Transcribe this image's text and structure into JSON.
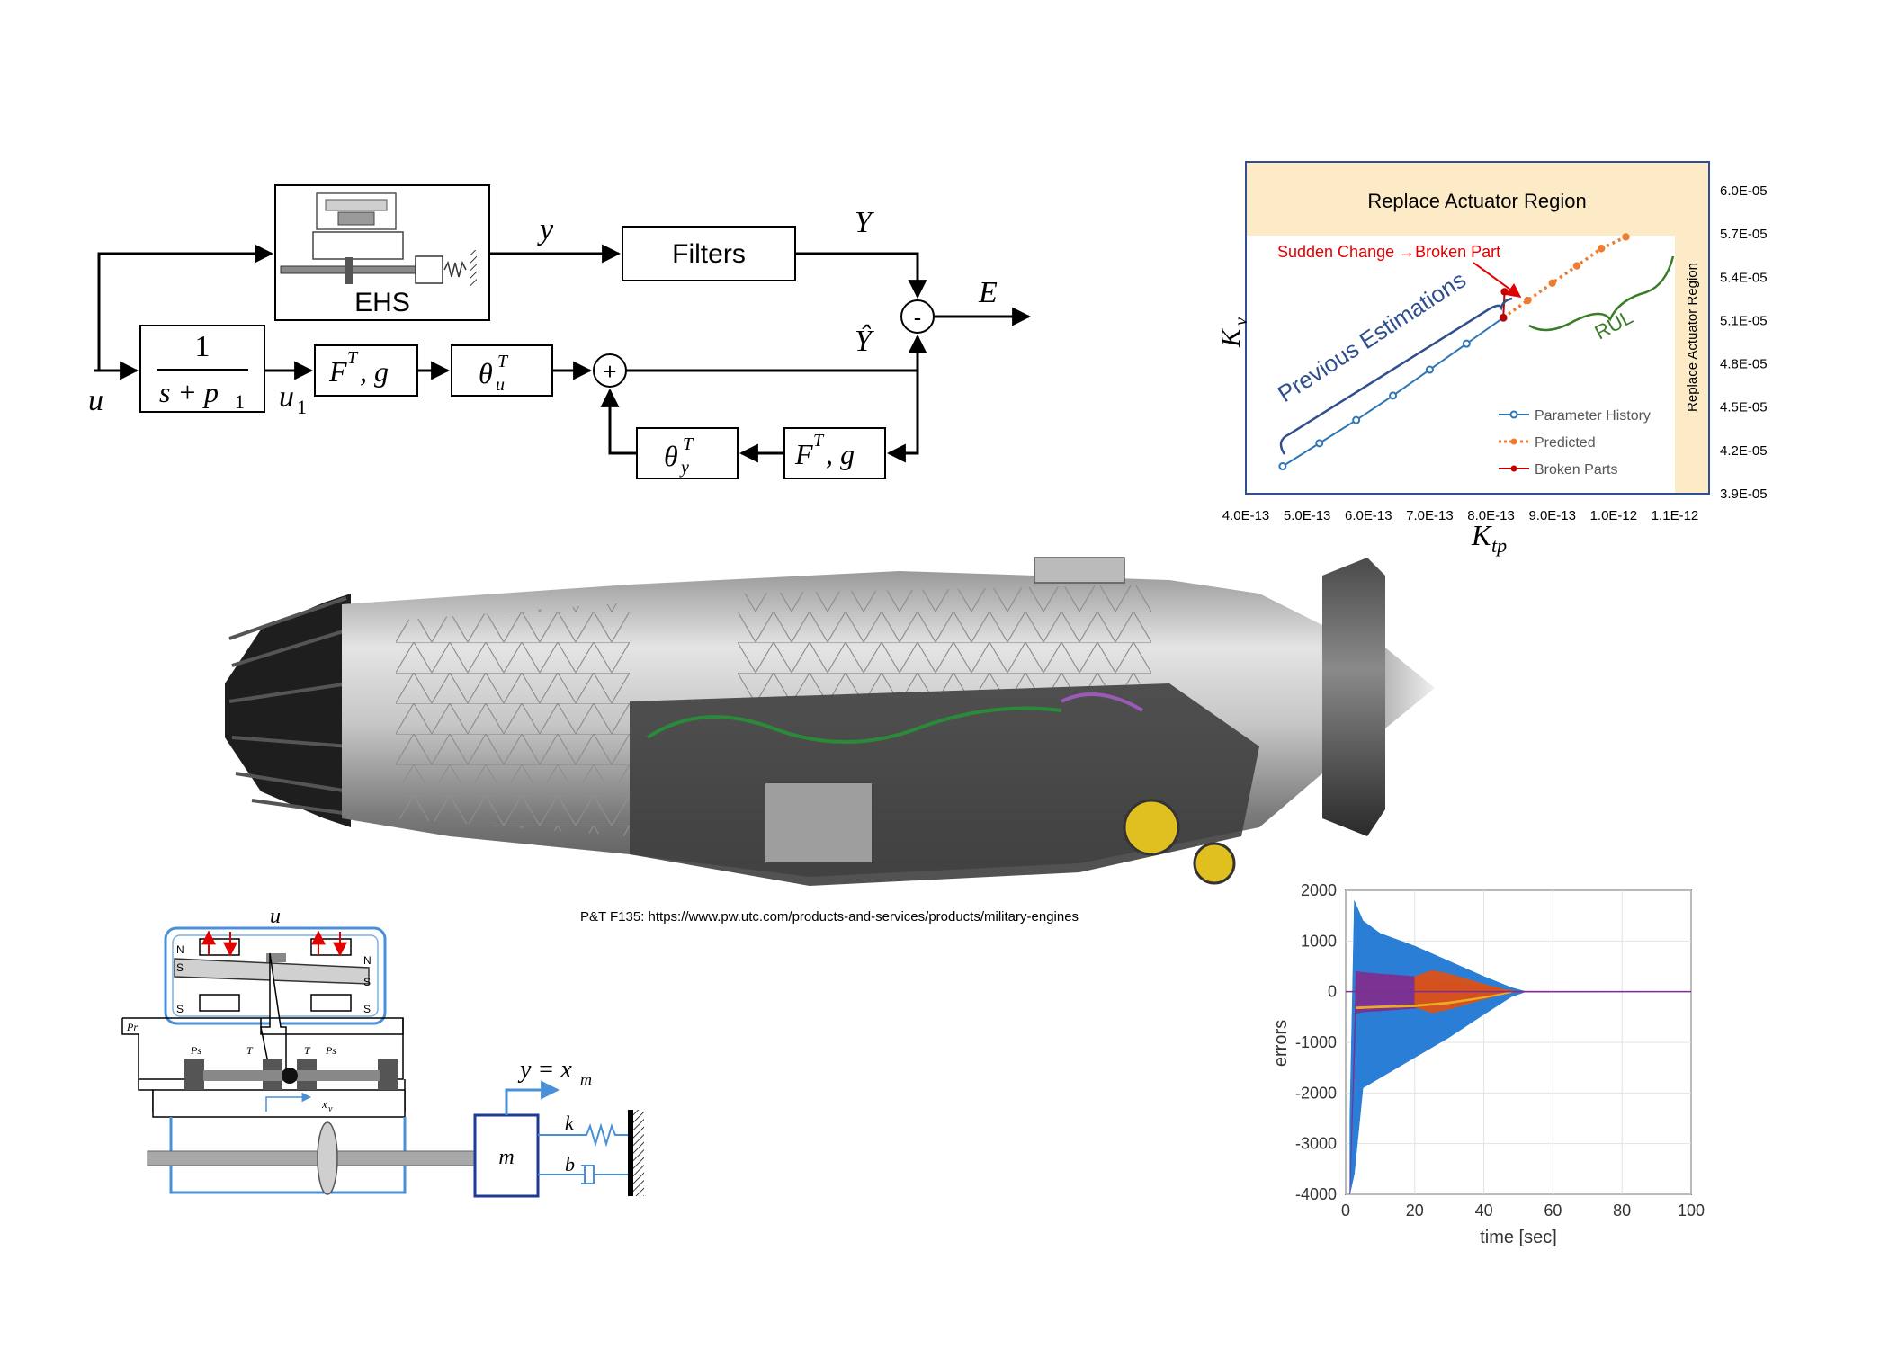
{
  "block_diagram": {
    "ehs_label": "EHS",
    "filters_label": "Filters",
    "y": "y",
    "Y": "Y",
    "Yhat": "Ŷ",
    "E": "E",
    "u": "u",
    "u1": "u",
    "u1_sub": "1",
    "tf_num": "1",
    "tf_den": "s + p",
    "tf_den_sub": "1",
    "ftg_top": "F",
    "ftg_sup": "T",
    "ftg_rest": ", g",
    "ftg_bottom": "F",
    "theta_u": "θ",
    "theta_u_sub": "u",
    "theta_u_sup": "T",
    "theta_y": "θ",
    "theta_y_sub": "y",
    "theta_y_sup": "T",
    "minus_sign": "-",
    "plus_sign": "+"
  },
  "engine": {
    "caption": "P&T F135: https://www.pw.utc.com/products-and-services/products/military-engines"
  },
  "servo": {
    "u": "u",
    "N_left": "N",
    "S_left": "S",
    "N_right": "N",
    "S_right": "S",
    "S_bottom_left": "S",
    "S_bottom_right": "S",
    "Pr": "Pr",
    "Ps_left": "Ps",
    "T_left": "T",
    "T_right": "T",
    "Ps_right": "Ps",
    "xv": "x",
    "xv_sub": "v",
    "y_eq": "y = x",
    "y_eq_sub": "m",
    "m": "m",
    "k": "k",
    "b": "b"
  },
  "charts": {
    "estimation": {
      "type": "line",
      "replace_top_label": "Replace Actuator Region",
      "replace_side_label": "Replace Actuator Region",
      "sudden_change_label": "Sudden Change →Broken Part",
      "previous_label": "Previous Estimations",
      "rul_label": "RUL",
      "ylabel": "K",
      "ylabel_sub": "v",
      "xlabel": "K",
      "xlabel_sub": "tp",
      "x_ticks": [
        "4.0E-13",
        "5.0E-13",
        "6.0E-13",
        "7.0E-13",
        "8.0E-13",
        "9.0E-13",
        "1.0E-12",
        "1.1E-12"
      ],
      "y_ticks": [
        "3.9E-05",
        "4.2E-05",
        "4.5E-05",
        "4.8E-05",
        "5.1E-05",
        "5.4E-05",
        "5.7E-05",
        "6.0E-05"
      ],
      "xlim": [
        4e-13,
        1.1e-12
      ],
      "ylim": [
        3.9e-05,
        6.2e-05
      ],
      "series": [
        {
          "name": "Parameter History",
          "color": "#2e75b6",
          "x": [
            4.6e-13,
            5.2e-13,
            5.8e-13,
            6.4e-13,
            7e-13,
            7.6e-13,
            8.2e-13
          ],
          "y": [
            4.09e-05,
            4.25e-05,
            4.41e-05,
            4.58e-05,
            4.76e-05,
            4.94e-05,
            5.12e-05
          ]
        },
        {
          "name": "Predicted",
          "color": "#ed7d31",
          "x": [
            8.2e-13,
            8.6e-13,
            9e-13,
            9.4e-13,
            9.8e-13,
            1.02e-12
          ],
          "y": [
            5.12e-05,
            5.24e-05,
            5.36e-05,
            5.48e-05,
            5.6e-05,
            5.68e-05
          ]
        },
        {
          "name": "Broken Parts",
          "color": "#c00000",
          "x": [
            8.2e-13,
            8.22e-13
          ],
          "y": [
            5.12e-05,
            5.3e-05
          ]
        }
      ]
    },
    "errors": {
      "type": "area",
      "xlabel": "time  [sec]",
      "ylabel": "errors",
      "x_ticks": [
        "0",
        "20",
        "40",
        "60",
        "80",
        "100"
      ],
      "y_ticks": [
        "2000",
        "1000",
        "0",
        "-1000",
        "-2000",
        "-3000",
        "-4000"
      ],
      "xlim": [
        0,
        100
      ],
      "ylim": [
        -4000,
        2000
      ],
      "grid": true,
      "series": [
        {
          "color": "#1f77d4",
          "x": [
            1.2,
            2.5,
            5,
            10,
            20,
            30,
            40,
            48,
            52,
            100
          ],
          "upper": [
            -2500,
            1800,
            1400,
            1150,
            900,
            600,
            300,
            80,
            5,
            0
          ],
          "lower": [
            -4000,
            -3600,
            -1900,
            -1700,
            -1300,
            -900,
            -450,
            -100,
            -5,
            0
          ]
        },
        {
          "color": "#7e2f8e",
          "x": [
            1.2,
            3,
            5,
            10,
            20,
            30,
            40,
            48,
            100
          ],
          "upper": [
            -4000,
            400,
            380,
            350,
            300,
            220,
            100,
            10,
            0
          ],
          "lower": [
            -4000,
            -430,
            -400,
            -380,
            -330,
            -250,
            -120,
            -10,
            0
          ]
        },
        {
          "color": "#d95319",
          "x": [
            20,
            25,
            30,
            35,
            40,
            45,
            50
          ],
          "upper": [
            300,
            420,
            350,
            250,
            150,
            60,
            0
          ],
          "lower": [
            -300,
            -420,
            -350,
            -250,
            -150,
            -60,
            0
          ]
        },
        {
          "color": "#edb120",
          "x": [
            3,
            10,
            20,
            30,
            40,
            48
          ],
          "upper": [
            -300,
            -280,
            -260,
            -200,
            -100,
            0
          ],
          "lower": [
            -340,
            -320,
            -300,
            -240,
            -130,
            -20
          ]
        }
      ]
    }
  }
}
